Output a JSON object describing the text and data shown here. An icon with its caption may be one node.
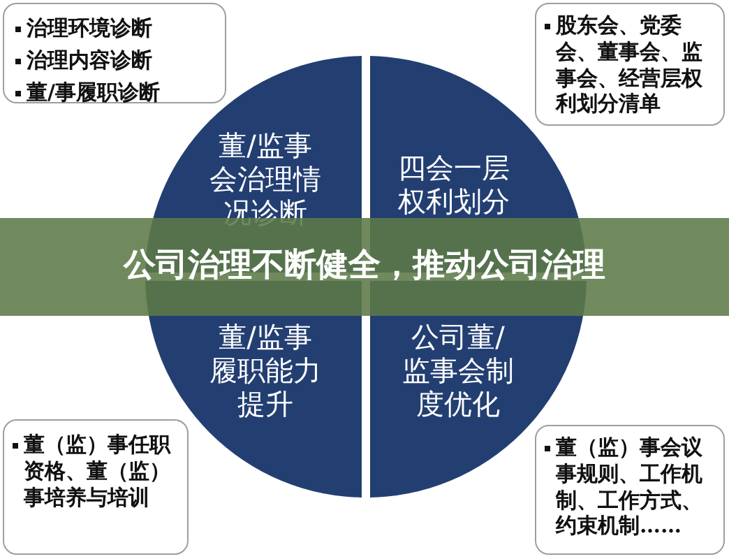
{
  "diagram": {
    "title": "公司治理不断健全，推动公司治理",
    "nodes": [
      {
        "text": [
          "治理环境诊断",
          "治理内容诊断",
          "董/事履职诊断"
        ]
      },
      {
        "text": [
          "股东会、党委会、董事会、监事会、经营层权利划分清单"
        ]
      },
      {
        "text": [
          "董（监）事任职资格、董（监）事培养与培训"
        ]
      },
      {
        "text": [
          "董（监）事会议事规则、工作机制、工作方式、约束机制……"
        ]
      },
      {
        "text": [
          "董/监事会治理情况诊断"
        ]
      },
      {
        "text": [
          "四会一层权利划分"
        ]
      },
      {
        "text": [
          "董/监事履职能力提升"
        ]
      },
      {
        "text": [
          "公司董/监事会制度优化"
        ]
      }
    ]
  }
}
